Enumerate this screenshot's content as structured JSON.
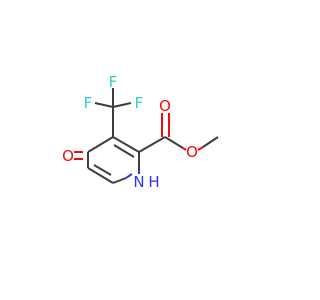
{
  "molecule": {
    "atoms": {
      "o_keto": "O",
      "f_top": "F",
      "f_left": "F",
      "f_right": "F",
      "o_carbonyl": "O",
      "o_ester": "O",
      "n_ring": "N",
      "h_ring": "H"
    },
    "colors": {
      "bond": "#3d3d3d",
      "oxygen": "#f50a0a",
      "fluorine": "#33cccc",
      "nitrogen": "#3333ff"
    }
  }
}
